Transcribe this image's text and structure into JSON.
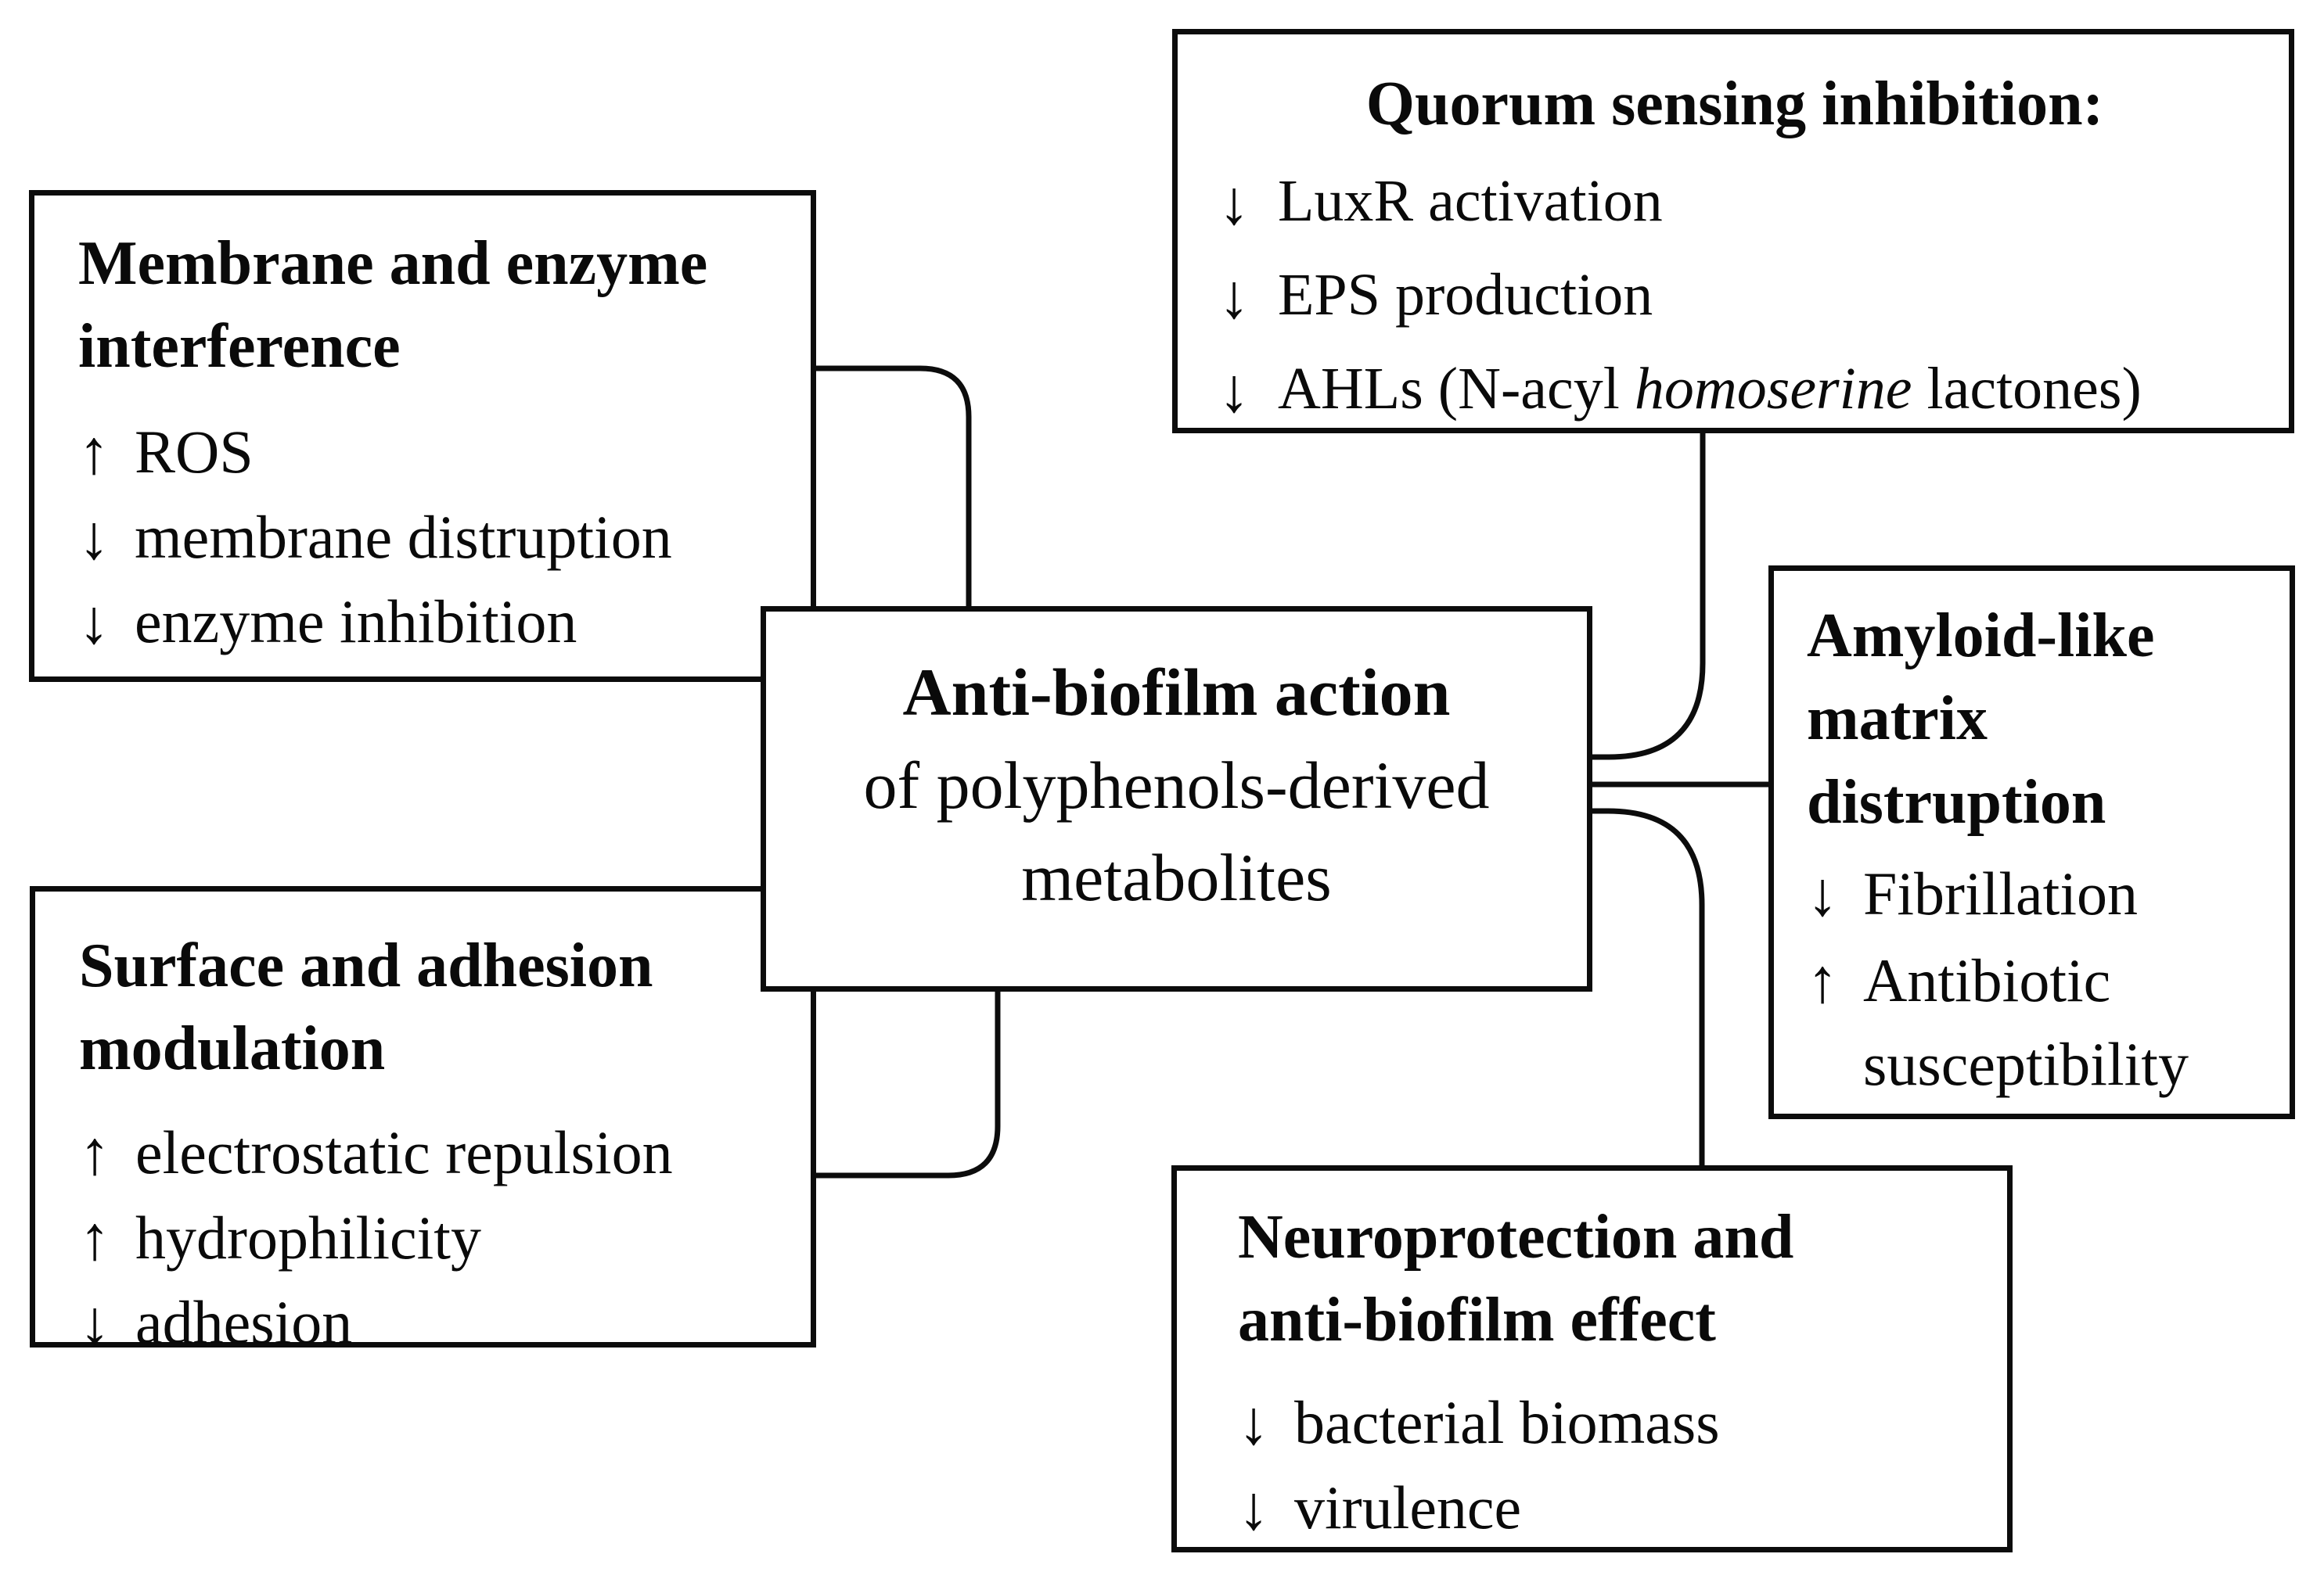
{
  "figure": {
    "background_color": "#ffffff",
    "line_color": "#0c0c0c",
    "text_color": "#0a0a0a",
    "center_box": {
      "lines": [
        "Anti-biofilm action",
        "of polyphenols-derived",
        "metabolites"
      ]
    },
    "boxes": {
      "membrane": {
        "title_lines": [
          "Membrane and enzyme",
          "interference"
        ],
        "items": [
          {
            "arrow": "↑",
            "text": "ROS"
          },
          {
            "arrow": "↓",
            "text": "membrane distruption"
          },
          {
            "arrow": "↓",
            "text": "enzyme inhibition"
          }
        ]
      },
      "quorum": {
        "title": "Quorum sensing inhibition:",
        "items": [
          {
            "arrow": "↓",
            "text": "LuxR activation"
          },
          {
            "arrow": "↓",
            "text": "EPS production"
          },
          {
            "arrow": "↓",
            "pre": "AHLs (N-acyl ",
            "em": "homoserine",
            "post": " lactones)"
          }
        ]
      },
      "amyloid": {
        "title_lines": [
          "Amyloid-like",
          "matrix",
          "distruption"
        ],
        "items": [
          {
            "arrow": "↓",
            "text": "Fibrillation"
          },
          {
            "arrow": "↑",
            "text": "Antibiotic susceptibility"
          }
        ]
      },
      "surface": {
        "title_lines": [
          "Surface and adhesion",
          "modulation"
        ],
        "items": [
          {
            "arrow": "↑",
            "text": "electrostatic repulsion"
          },
          {
            "arrow": "↑",
            "text": "hydrophilicity"
          },
          {
            "arrow": "↓",
            "text": "adhesion"
          }
        ]
      },
      "neuro": {
        "title_lines": [
          "Neuroprotection and",
          "anti-biofilm effect"
        ],
        "items": [
          {
            "arrow": "↓",
            "text": "bacterial biomass"
          },
          {
            "arrow": "↓",
            "text": "virulence"
          }
        ]
      }
    }
  }
}
